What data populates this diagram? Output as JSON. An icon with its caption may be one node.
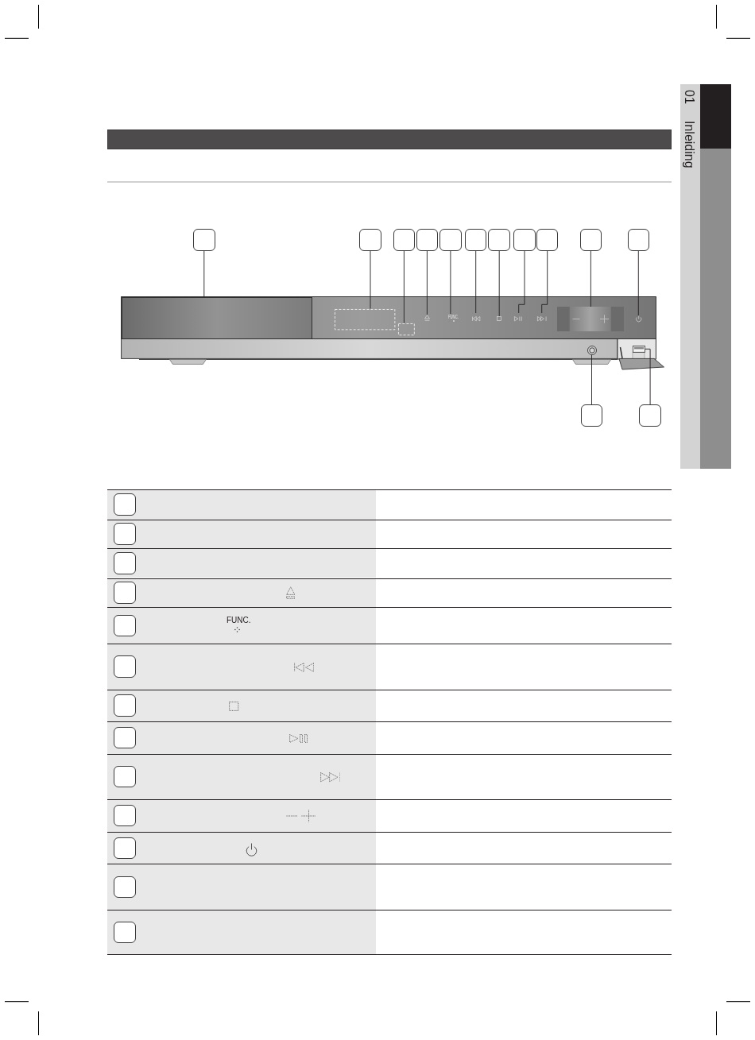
{
  "diagram": {
    "nodes": [
      {
        "text": [
          "01",
          "Inleiding"
        ]
      },
      {
        "text": [],
        "shape": "box"
      },
      {
        "text": [],
        "shape": "box"
      },
      {
        "text": [],
        "shape": "box"
      },
      {
        "text": [],
        "shape": "box"
      },
      {
        "text": [],
        "shape": "box"
      },
      {
        "text": [],
        "shape": "box"
      },
      {
        "text": [],
        "shape": "box"
      },
      {
        "text": [],
        "shape": "box"
      },
      {
        "text": [],
        "shape": "box"
      },
      {
        "text": [],
        "shape": "box"
      },
      {
        "text": [],
        "shape": "box"
      },
      {
        "text": [],
        "shape": "box"
      },
      {
        "text": [],
        "shape": "box"
      },
      {
        "text": [],
        "shape": "box"
      },
      {
        "text": [],
        "shape": "picture"
      },
      {
        "text": [
          "FUNC."
        ]
      },
      {
        "text": [],
        "shape": "picture"
      },
      {
        "text": [],
        "shape": "box"
      },
      {
        "text": [],
        "shape": "picture"
      },
      {
        "text": [],
        "shape": "picture"
      },
      {
        "text": [],
        "shape": "picture"
      },
      {
        "text": [],
        "shape": "picture"
      },
      {
        "text": [],
        "shape": "circle"
      },
      {
        "text": [],
        "shape": "box"
      },
      {
        "text": [],
        "shape": "box"
      },
      {
        "text": [],
        "shape": "box"
      },
      {
        "text": [],
        "shape": "box"
      },
      {
        "text": [],
        "shape": "box"
      },
      {
        "text": [],
        "shape": "box"
      },
      {
        "text": [],
        "shape": "box"
      },
      {
        "text": [],
        "shape": "box"
      },
      {
        "text": [],
        "shape": "box"
      },
      {
        "text": [],
        "shape": "box"
      },
      {
        "text": [],
        "shape": "box"
      },
      {
        "text": [],
        "shape": "box"
      },
      {
        "text": [],
        "shape": "box"
      },
      {
        "text": [],
        "shape": "box"
      },
      {
        "text": [],
        "shape": "box"
      },
      {
        "text": [],
        "shape": "box"
      }
    ],
    "edges": [
      {
        "from": 1,
        "to": 12,
        "arrow": "none"
      },
      {
        "from": 2,
        "to": 13,
        "arrow": "none"
      },
      {
        "from": 3,
        "to": 14,
        "arrow": "none"
      },
      {
        "from": 4,
        "to": 15,
        "arrow": "none"
      },
      {
        "from": 5,
        "to": 16,
        "arrow": "none"
      },
      {
        "from": 6,
        "to": 17,
        "arrow": "none"
      },
      {
        "from": 7,
        "to": 18,
        "arrow": "none"
      },
      {
        "from": 8,
        "to": 19,
        "arrow": "none"
      },
      {
        "from": 9,
        "to": 20,
        "arrow": "none"
      },
      {
        "from": 10,
        "to": 21,
        "arrow": "none"
      },
      {
        "from": 11,
        "to": 22,
        "arrow": "none"
      },
      {
        "from": 25,
        "to": 23,
        "arrow": "none"
      },
      {
        "from": 26,
        "to": 24,
        "arrow": "none"
      }
    ],
    "labels": [
      "FUNC."
    ]
  }
}
